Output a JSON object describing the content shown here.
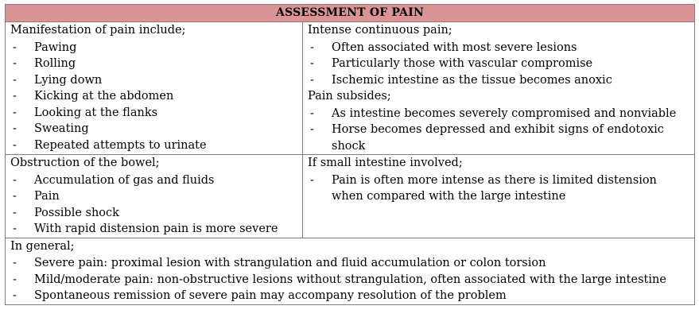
{
  "title": "ASSESSMENT OF PAIN",
  "manifestation": {
    "lead": "Manifestation of pain include;",
    "items": [
      "Pawing",
      "Rolling",
      "Lying down",
      "Kicking at the abdomen",
      "Looking at the flanks",
      "Sweating",
      "Repeated attempts to urinate"
    ]
  },
  "intense": {
    "lead": "Intense continuous pain;",
    "items": [
      "Often associated with most severe lesions",
      "Particularly those with vascular compromise",
      "Ischemic intestine as the tissue becomes anoxic"
    ],
    "lead2": "Pain subsides;",
    "items2": [
      "As intestine becomes severely compromised and nonviable",
      "Horse becomes depressed and exhibit signs of endotoxic shock"
    ]
  },
  "obstruction": {
    "lead": "Obstruction of the bowel;",
    "items": [
      "Accumulation of gas and fluids",
      "Pain",
      "Possible shock",
      "With rapid distension pain is more severe"
    ]
  },
  "small_intestine": {
    "lead": "If small intestine involved;",
    "items": [
      "Pain is often more intense as there is limited distension when compared with the large intestine"
    ]
  },
  "general": {
    "lead": "In general;",
    "items": [
      "Severe pain: proximal lesion with strangulation and fluid accumulation or colon torsion",
      "Mild/moderate pain: non-obstructive lesions without strangulation, often associated with the large intestine",
      "Spontaneous remission of severe pain may accompany resolution of the problem"
    ]
  }
}
